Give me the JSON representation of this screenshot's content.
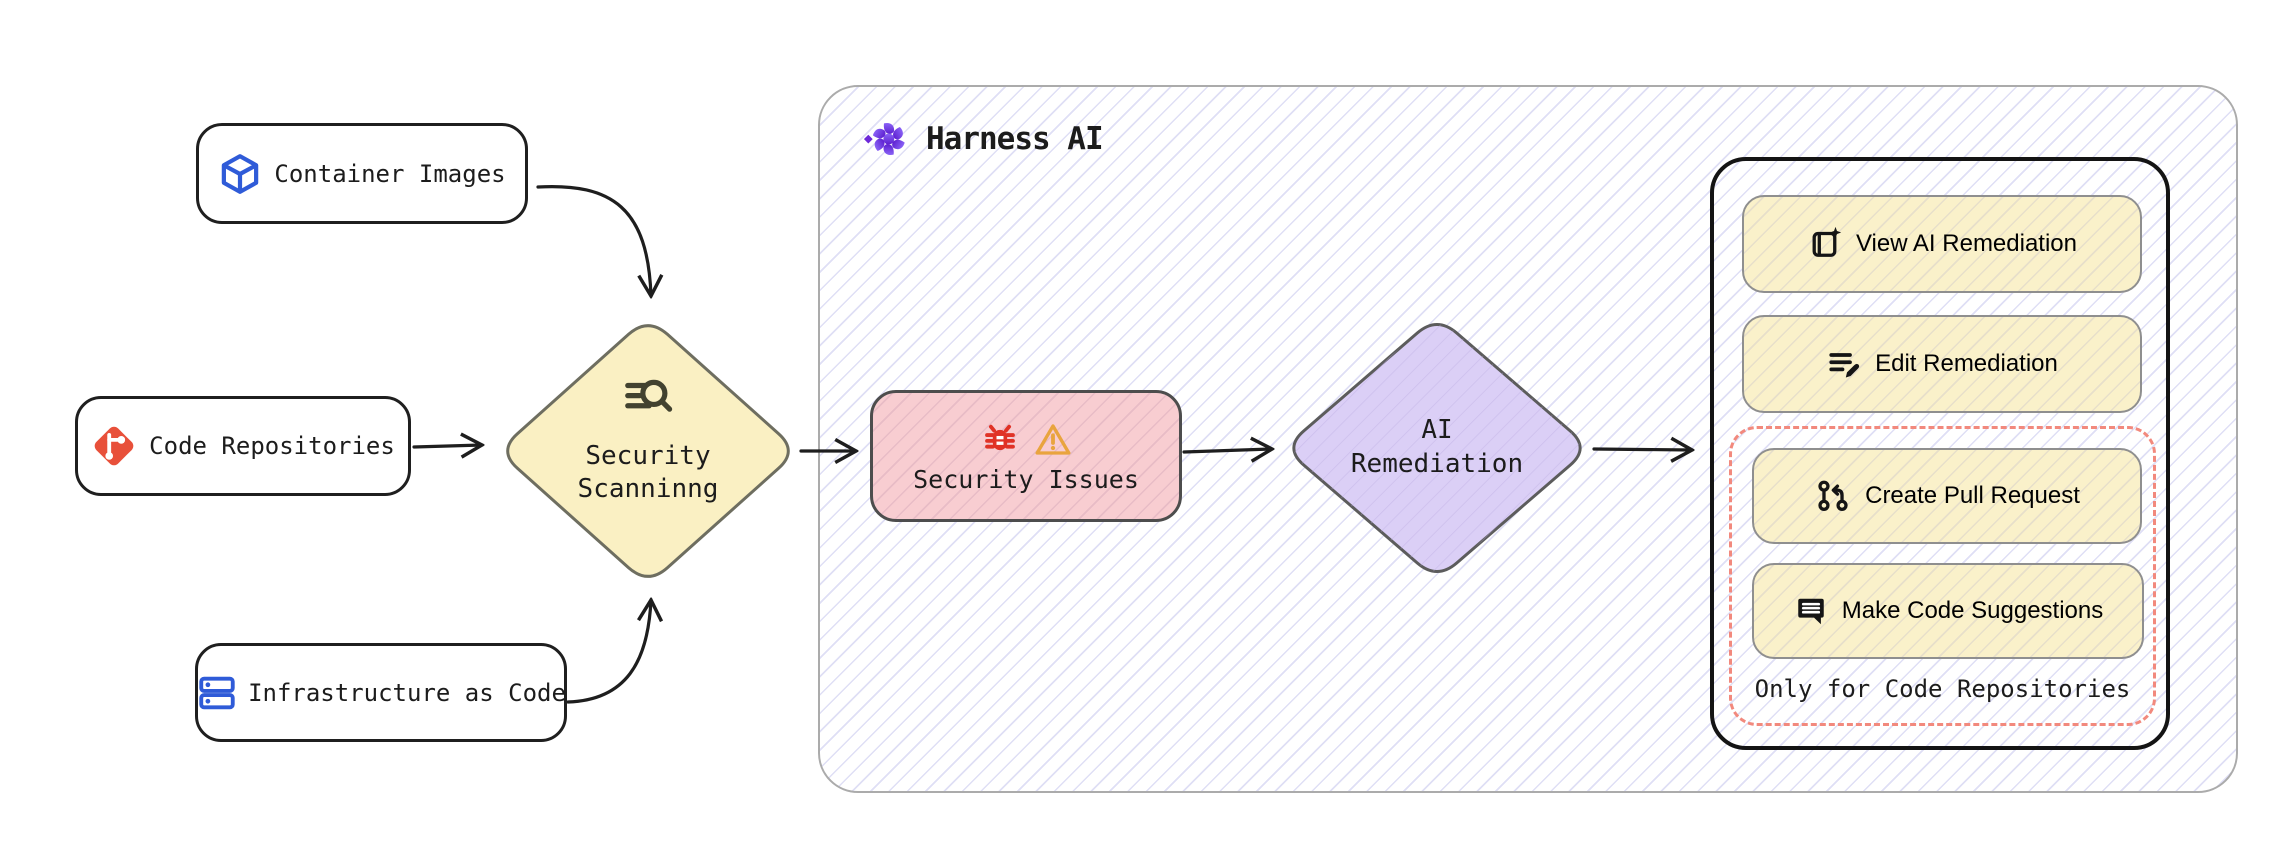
{
  "sources": [
    {
      "label": "Container Images",
      "icon": "cube-icon"
    },
    {
      "label": "Code Repositories",
      "icon": "git-icon"
    },
    {
      "label": "Infrastructure as Code",
      "icon": "server-stack-icon"
    }
  ],
  "scanner": {
    "label_line1": "Security",
    "label_line2": "Scanninng",
    "icon": "scan-search-icon"
  },
  "harness": {
    "title": "Harness AI",
    "icon": "harness-logo-icon",
    "security_issues": {
      "label": "Security Issues",
      "icons": [
        "bug-icon",
        "warning-icon"
      ]
    },
    "ai_remediation": {
      "label_line1": "AI",
      "label_line2": "Remediation"
    },
    "actions": {
      "view_ai_remediation": "View AI Remediation",
      "edit_remediation": "Edit Remediation",
      "create_pull_request": "Create Pull Request",
      "make_code_suggestions": "Make Code Suggestions",
      "repo_only_note": "Only for Code Repositories"
    }
  },
  "colors": {
    "diagram_background": "#ffffff",
    "hatch_line": "#dfdff5",
    "node_border": "#1f1f1f",
    "scanner_diamond_fill": "#faf0c3",
    "action_button_fill": "#faf1ca",
    "security_issues_fill": "#f8cdd1",
    "ai_remediation_fill": "#dbcff6",
    "dashed_group_border": "#f2897d",
    "arrow": "#1e1e1e",
    "cube_icon_blue": "#2f5bd8",
    "git_icon_orange": "#e8503a",
    "bug_icon_red": "#e03226",
    "warning_icon_orange": "#e9a43e",
    "harness_logo_purple": "#6d28d9"
  }
}
